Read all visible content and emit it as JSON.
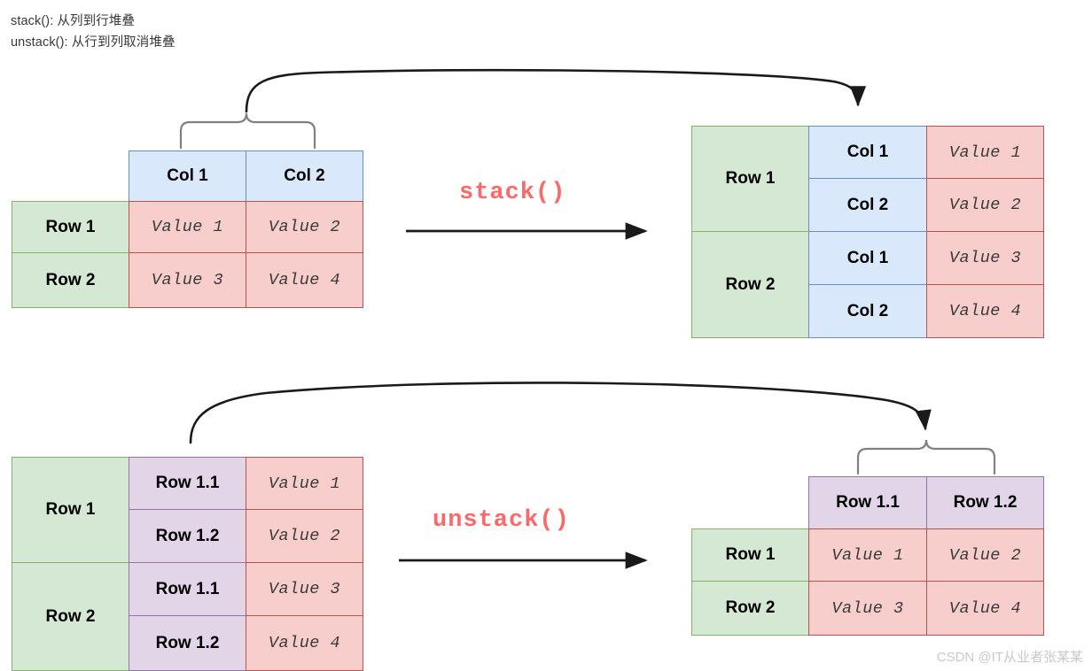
{
  "caption": {
    "line1": "stack(): 从列到行堆叠",
    "line2": "unstack(): 从行到列取消堆叠"
  },
  "colors": {
    "green_fill": "#d5e8d4",
    "green_stroke": "#82b366",
    "blue_fill": "#dae8fc",
    "blue_stroke": "#6c8ebf",
    "purple_fill": "#e1d5e7",
    "purple_stroke": "#9673a6",
    "red_fill": "#f8cecc",
    "red_stroke": "#b85450",
    "label_red": "#fa6a6a",
    "arrow_black": "#1a1a1a",
    "brace_gray": "#808080"
  },
  "operations": {
    "stack_label": "stack()",
    "unstack_label": "unstack()"
  },
  "top_row": {
    "source_table": {
      "column_headers": [
        "Col 1",
        "Col 2"
      ],
      "row_headers": [
        "Row 1",
        "Row 2"
      ],
      "values": [
        [
          "Value 1",
          "Value 2"
        ],
        [
          "Value 3",
          "Value 4"
        ]
      ]
    },
    "result_table": {
      "outer_row_headers": [
        "Row 1",
        "Row 2"
      ],
      "inner_labels": [
        "Col 1",
        "Col 2",
        "Col 1",
        "Col 2"
      ],
      "values": [
        "Value 1",
        "Value 2",
        "Value 3",
        "Value 4"
      ]
    }
  },
  "bottom_row": {
    "source_table": {
      "outer_row_headers": [
        "Row 1",
        "Row 2"
      ],
      "inner_labels": [
        "Row 1.1",
        "Row 1.2",
        "Row 1.1",
        "Row 1.2"
      ],
      "values": [
        "Value 1",
        "Value 2",
        "Value 3",
        "Value 4"
      ]
    },
    "result_table": {
      "column_headers": [
        "Row 1.1",
        "Row 1.2"
      ],
      "row_headers": [
        "Row 1",
        "Row 2"
      ],
      "values": [
        [
          "Value 1",
          "Value 2"
        ],
        [
          "Value 3",
          "Value 4"
        ]
      ]
    }
  },
  "watermark": "CSDN @IT从业者张某某"
}
